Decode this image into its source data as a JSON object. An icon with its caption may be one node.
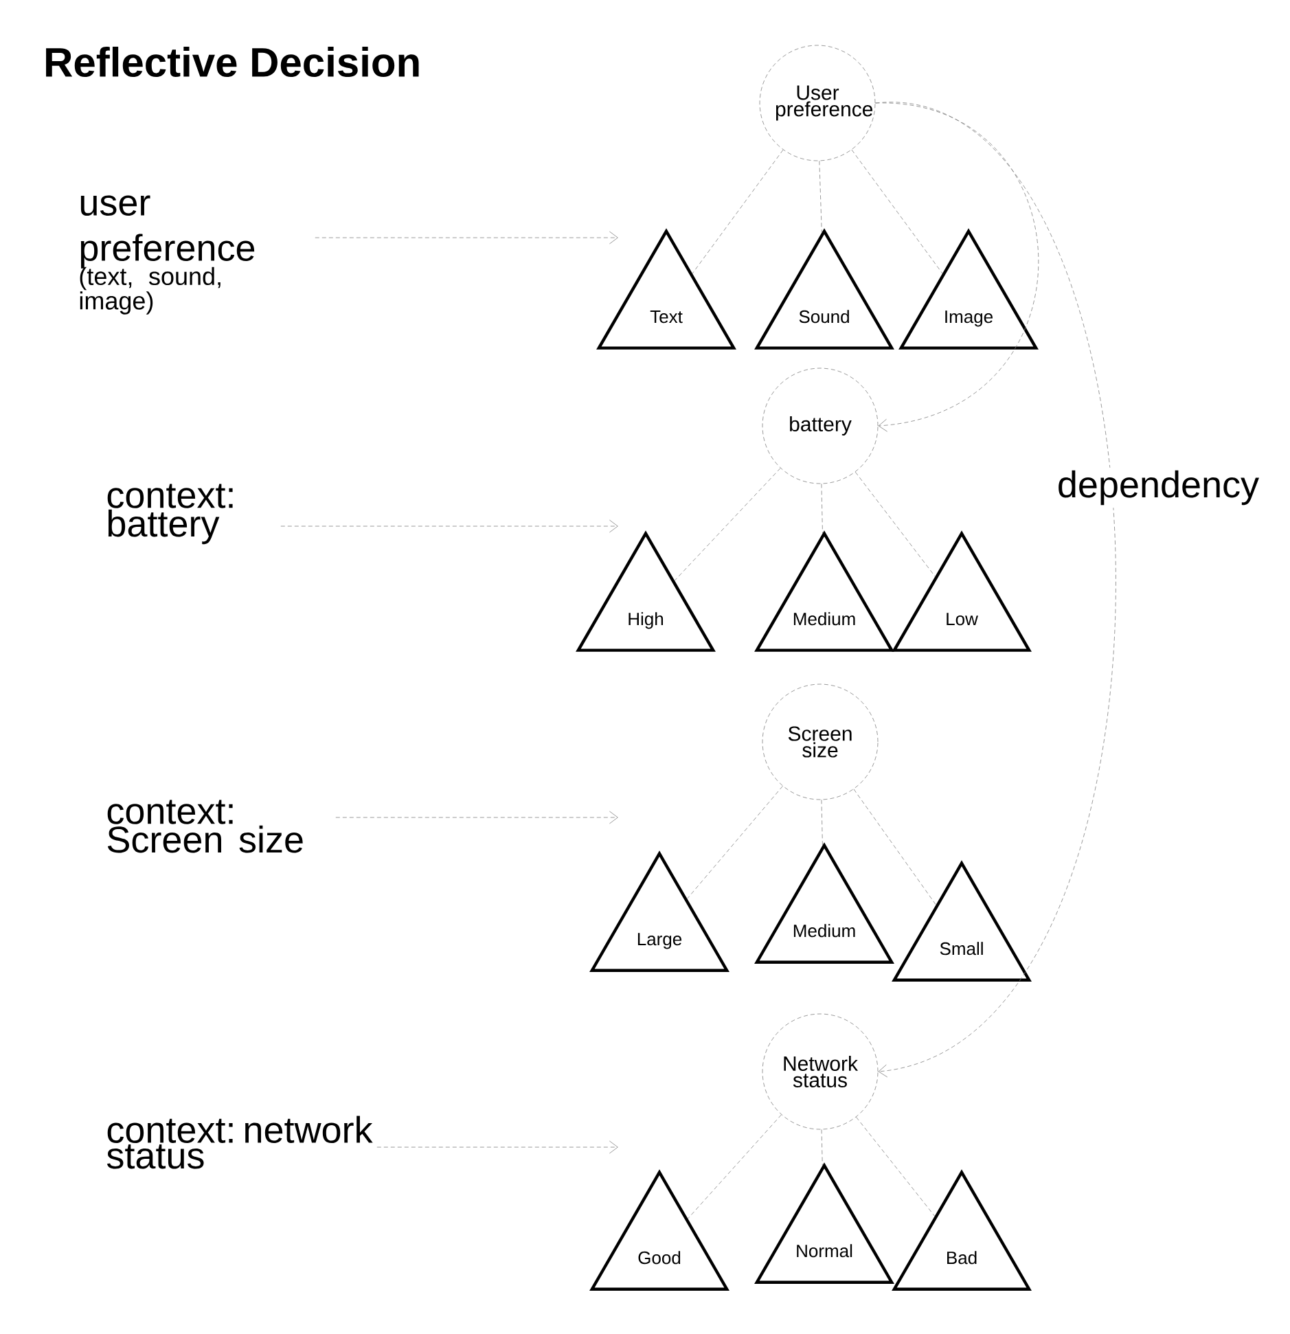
{
  "diagram": {
    "title": "Reflective Decision",
    "nodes": [
      {
        "text": [
          "User preference"
        ]
      },
      {
        "text": [
          "Text"
        ]
      },
      {
        "text": [
          "Sound"
        ]
      },
      {
        "text": [
          "Image"
        ]
      },
      {
        "text": [
          "battery"
        ]
      },
      {
        "text": [
          "High"
        ]
      },
      {
        "text": [
          "Medium"
        ]
      },
      {
        "text": [
          "Low"
        ]
      },
      {
        "text": [
          "Screen size"
        ]
      },
      {
        "text": [
          "Large"
        ]
      },
      {
        "text": [
          "Medium"
        ]
      },
      {
        "text": [
          "Small"
        ]
      },
      {
        "text": [
          "Network status"
        ]
      },
      {
        "text": [
          "Good"
        ]
      },
      {
        "text": [
          "Normal"
        ]
      },
      {
        "text": [
          "Bad"
        ]
      },
      {
        "text": [
          "user preference",
          "(text, sound, image)"
        ]
      },
      {
        "text": [
          "context: battery"
        ]
      },
      {
        "text": [
          "context: Screen size"
        ]
      },
      {
        "text": [
          "context: network status"
        ]
      }
    ],
    "edges": [
      {
        "from": 0,
        "to": 1,
        "arrow": "none",
        "style": "dashed"
      },
      {
        "from": 0,
        "to": 2,
        "arrow": "none",
        "style": "dashed"
      },
      {
        "from": 0,
        "to": 3,
        "arrow": "none",
        "style": "dashed"
      },
      {
        "from": 4,
        "to": 5,
        "arrow": "none",
        "style": "dashed"
      },
      {
        "from": 4,
        "to": 6,
        "arrow": "none",
        "style": "dashed"
      },
      {
        "from": 4,
        "to": 7,
        "arrow": "none",
        "style": "dashed"
      },
      {
        "from": 8,
        "to": 9,
        "arrow": "none",
        "style": "dashed"
      },
      {
        "from": 8,
        "to": 10,
        "arrow": "none",
        "style": "dashed"
      },
      {
        "from": 8,
        "to": 11,
        "arrow": "none",
        "style": "dashed"
      },
      {
        "from": 12,
        "to": 13,
        "arrow": "none",
        "style": "dashed"
      },
      {
        "from": 12,
        "to": 14,
        "arrow": "none",
        "style": "dashed"
      },
      {
        "from": 12,
        "to": 15,
        "arrow": "none",
        "style": "dashed"
      },
      {
        "from": 16,
        "to": null,
        "arrow": "to",
        "style": "dashed"
      },
      {
        "from": 17,
        "to": null,
        "arrow": "to",
        "style": "dashed"
      },
      {
        "from": 18,
        "to": null,
        "arrow": "to",
        "style": "dashed"
      },
      {
        "from": 19,
        "to": null,
        "arrow": "to",
        "style": "dashed"
      },
      {
        "from": 0,
        "to": 4,
        "arrow": "to",
        "style": "dashed"
      },
      {
        "from": 0,
        "to": 12,
        "arrow": "to",
        "style": "dashed",
        "label": "dependency"
      }
    ]
  }
}
